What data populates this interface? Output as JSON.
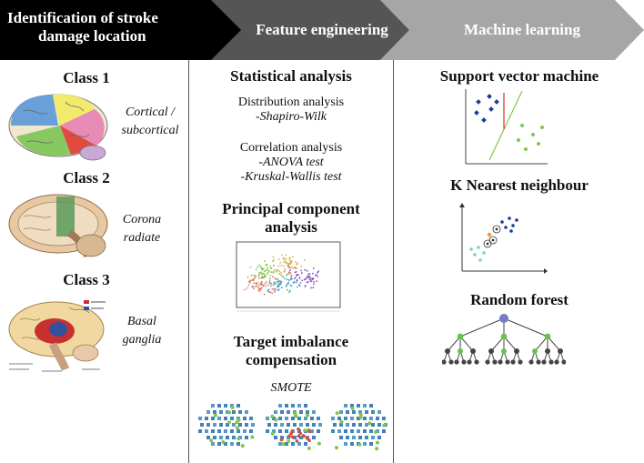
{
  "header": {
    "step1": "Identification of stroke damage location",
    "step1_line1": "Identification of stroke",
    "step1_line2": "damage location",
    "step2": "Feature engineering",
    "step3": "Machine learning",
    "colors": {
      "step1": "#000000",
      "step2": "#555555",
      "step3": "#a6a6a6"
    }
  },
  "left": {
    "classes": [
      {
        "title": "Class 1",
        "label_line1": "Cortical /",
        "label_line2": "subcortical"
      },
      {
        "title": "Class 2",
        "label_line1": "Corona",
        "label_line2": "radiate"
      },
      {
        "title": "Class 3",
        "label_line1": "Basal",
        "label_line2": "ganglia"
      }
    ]
  },
  "middle": {
    "stat_title": "Statistical analysis",
    "dist_label": "Distribution analysis",
    "dist_test": "-Shapiro-Wilk",
    "corr_label": "Correlation analysis",
    "corr_test1": "-ANOVA test",
    "corr_test2": "-Kruskal-Wallis test",
    "pca_title_line1": "Principal component",
    "pca_title_line2": "analysis",
    "imb_title_line1": "Target imbalance",
    "imb_title_line2": "compensation",
    "smote": "SMOTE"
  },
  "right": {
    "svm_title": "Support vector machine",
    "knn_title": "K Nearest neighbour",
    "rf_title": "Random forest"
  }
}
